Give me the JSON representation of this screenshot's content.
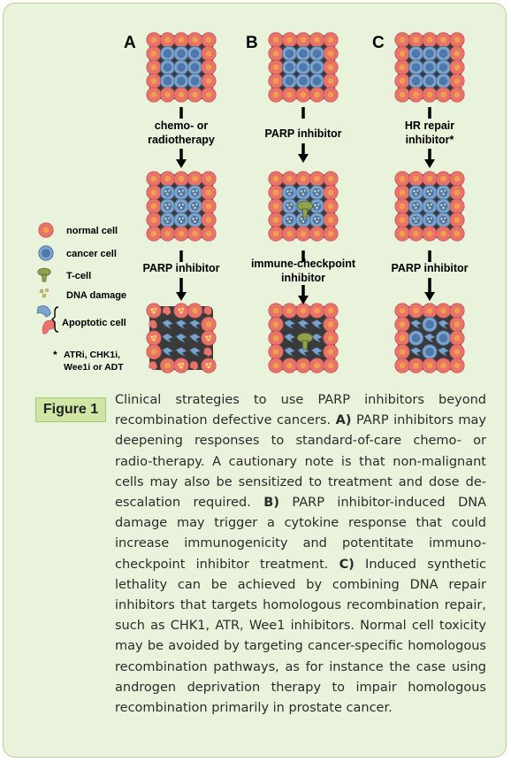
{
  "panels": [
    {
      "letter": "A",
      "step1": [
        "chemo- or",
        "radiotherapy"
      ],
      "step2": [
        "PARP inhibitor"
      ]
    },
    {
      "letter": "B",
      "step1": [
        "PARP inhibitor"
      ],
      "step2": [
        "immune-checkpoint",
        "inhibitor"
      ]
    },
    {
      "letter": "C",
      "step1": [
        "HR repair",
        "inhibitor*"
      ],
      "step2": [
        "PARP inhibitor"
      ]
    }
  ],
  "legend": {
    "normal_cell": "normal cell",
    "cancer_cell": "cancer cell",
    "t_cell": "T-cell",
    "dna_damage": "DNA damage",
    "apoptotic_cell": "Apoptotic cell",
    "footnote": [
      "ATRi, CHK1i,",
      "Wee1i or ADT"
    ],
    "footnote_mark": "*"
  },
  "caption": {
    "label": "Figure 1",
    "parts": [
      {
        "bold": false,
        "text": "Clinical strategies to use PARP inhibitors beyond recombination defective cancers. "
      },
      {
        "bold": true,
        "text": "A)"
      },
      {
        "bold": false,
        "text": " PARP inhibitors may deepening responses to standard-of-care chemo- or radio-therapy. A cautionary note is that non-malignant cells may also be sensitized to treatment and dose de-escalation required. "
      },
      {
        "bold": true,
        "text": "B)"
      },
      {
        "bold": false,
        "text": " PARP inhibitor-induced DNA damage may trigger a cytokine response that could increase immunogenicity and potentitate immuno-checkpoint inhibitor treatment. "
      },
      {
        "bold": true,
        "text": "C)"
      },
      {
        "bold": false,
        "text": " Induced synthetic lethality can be achieved by combining DNA repair inhibitors that targets homologous recombination repair, such as CHK1, ATR, Wee1 inhibitors. Normal cell toxicity may be avoided by targeting cancer-specific homologous recombination pathways, as for instance the case using androgen deprivation therapy to impair homologous recombination primarily in prostate cancer."
      }
    ]
  },
  "colors": {
    "panel_bg": "#e9f2da",
    "badge_bg": "#cfe5a6",
    "normal_cell": "#e8736a",
    "normal_nucleus": "#f0a04c",
    "cancer_cell": "#7ca3cc",
    "cancer_nucleus": "#4f79ad",
    "tissue": "#3b3a3a",
    "t_cell": "#8fa24d",
    "dna_damage": "#f3e7a6"
  }
}
